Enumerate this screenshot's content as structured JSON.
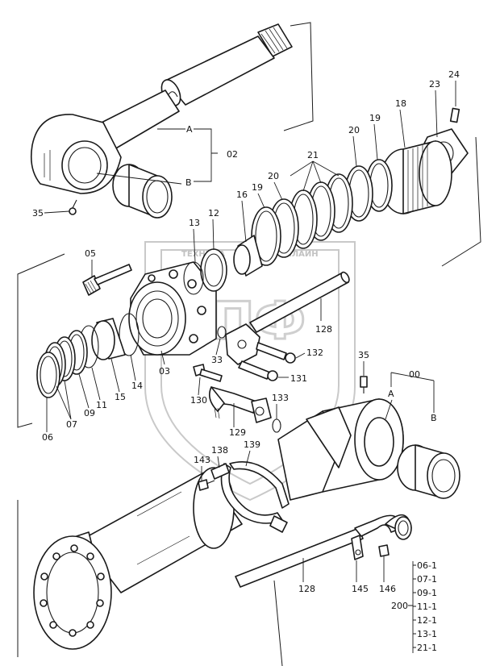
{
  "watermark": {
    "text": "ТЕХНИКА",
    "text2": "ОНЛАЙН",
    "big": "ЭПФ"
  },
  "labels": {
    "p24": "24",
    "p23": "23",
    "p18": "18",
    "p19a": "19",
    "p20a": "20",
    "p21": "21",
    "p20b": "20",
    "p19b": "19",
    "p16": "16",
    "p12": "12",
    "p13": "13",
    "pA": "A",
    "pB": "B",
    "p02": "02",
    "p35a": "35",
    "p05": "05",
    "p128a": "128",
    "p132": "132",
    "p33": "33",
    "p03": "03",
    "p14": "14",
    "p15": "15",
    "p11": "11",
    "p09": "09",
    "p07": "07",
    "p06": "06",
    "p35b": "35",
    "p00": "00",
    "pA2": "A",
    "pB2": "B",
    "p131": "131",
    "p130": "130",
    "p133": "133",
    "p129": "129",
    "p138": "138",
    "p139": "139",
    "p143": "143",
    "p128b": "128",
    "p145": "145",
    "p146": "146",
    "p200": "200"
  },
  "kit_list": [
    "06-1",
    "07-1",
    "09-1",
    "11-1",
    "12-1",
    "13-1",
    "21-1"
  ]
}
